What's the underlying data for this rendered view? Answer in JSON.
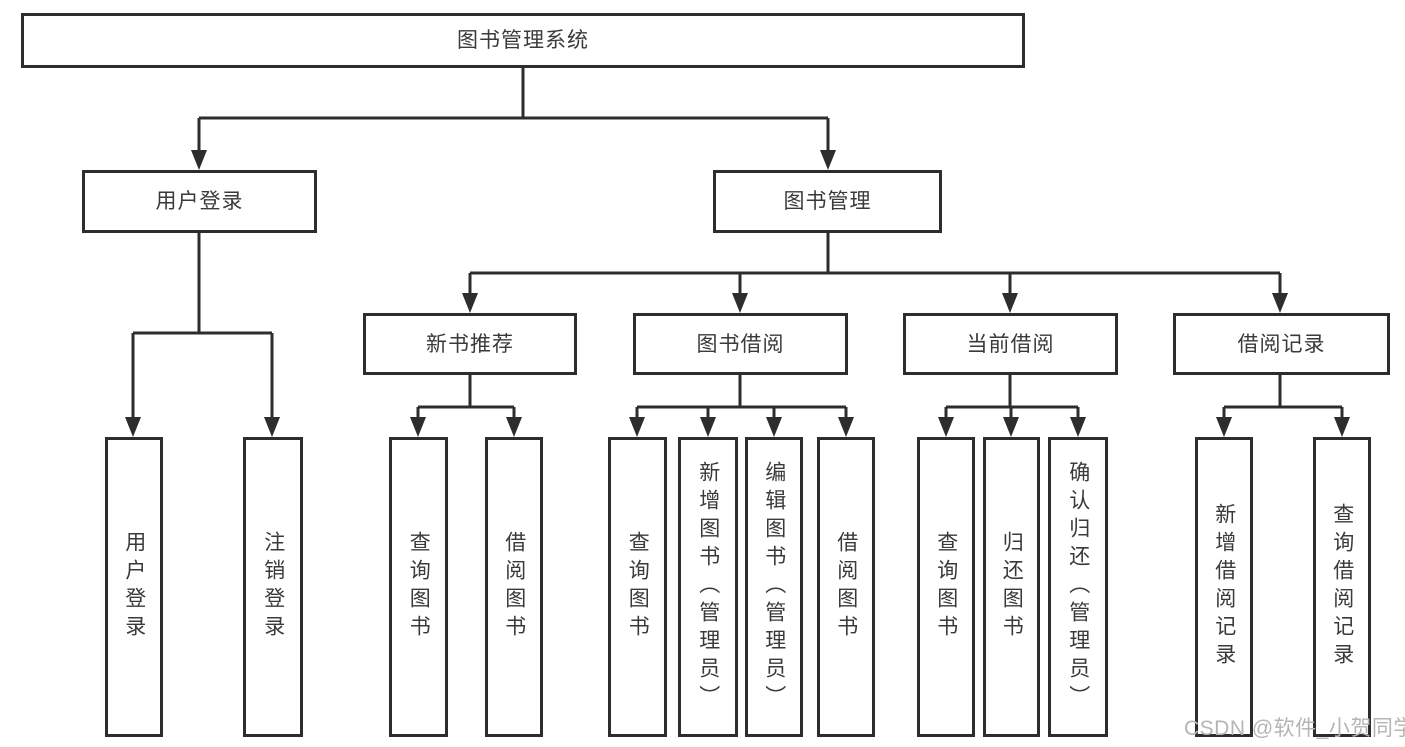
{
  "diagram": {
    "root": "图书管理系统",
    "level2": [
      "用户登录",
      "图书管理"
    ],
    "level3": [
      "新书推荐",
      "图书借阅",
      "当前借阅",
      "借阅记录"
    ],
    "leaves_login": [
      "用户登录",
      "注销登录"
    ],
    "leaves_newbook": [
      "查询图书",
      "借阅图书"
    ],
    "leaves_borrow": [
      "查询图书",
      "新增图书（管理员）",
      "编辑图书（管理员）",
      "借阅图书"
    ],
    "leaves_current": [
      "查询图书",
      "归还图书",
      "确认归还（管理员）"
    ],
    "leaves_records": [
      "新增借阅记录",
      "查询借阅记录"
    ],
    "watermark": "CSDN @软件_小贺同学",
    "colors": {
      "line": "#2d2d2d",
      "text": "#3a3a3a",
      "watermark": "#b5b5b5",
      "background": "#ffffff"
    }
  }
}
